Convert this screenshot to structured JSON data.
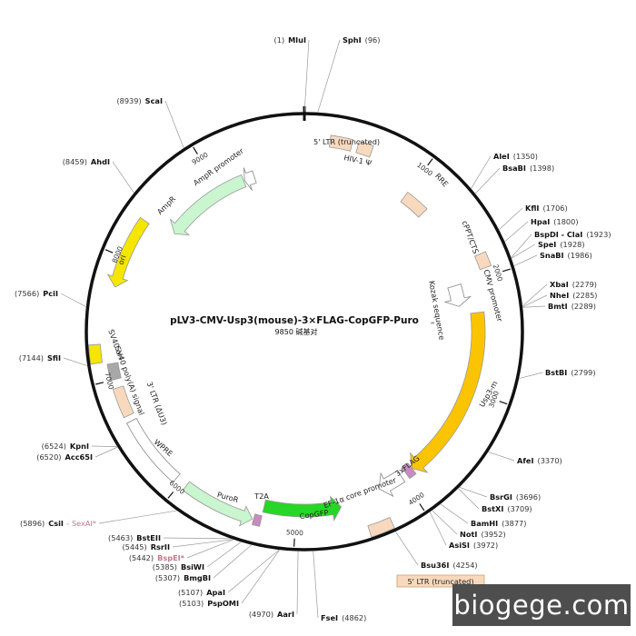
{
  "title": "pLV3-CMV-Usp3(mouse)-3×FLAG-CopGFP-Puro",
  "subtitle": "9850 碱基对",
  "total_bp": 9850,
  "watermark": "biogege.com",
  "colors": {
    "ltr": "#f9d9bd",
    "green_light": "#c9f5cf",
    "green_bright": "#27d627",
    "yellow": "#f5e600",
    "orange": "#fbc400",
    "gray": "#a8a8a8",
    "purple": "#c98abf"
  },
  "ticks": [
    {
      "bp": 1000,
      "label": "1000"
    },
    {
      "bp": 2000,
      "label": "2000"
    },
    {
      "bp": 3000,
      "label": "3000"
    },
    {
      "bp": 4000,
      "label": "4000"
    },
    {
      "bp": 5000,
      "label": "5000"
    },
    {
      "bp": 6000,
      "label": "6000"
    },
    {
      "bp": 7000,
      "label": "7000"
    },
    {
      "bp": 8000,
      "label": "8000"
    },
    {
      "bp": 9000,
      "label": "9000"
    }
  ],
  "sites": [
    {
      "pos": "(1)",
      "name": "MluI",
      "bp": 1,
      "side": "left"
    },
    {
      "pos": "(96)",
      "name": "SphI",
      "bp": 96,
      "side": "right"
    },
    {
      "pos": "(1350)",
      "name": "AleI",
      "bp": 1350,
      "side": "right"
    },
    {
      "pos": "(1398)",
      "name": "BsaBI",
      "bp": 1398,
      "side": "right"
    },
    {
      "pos": "(1706)",
      "name": "KflI",
      "bp": 1706,
      "side": "right"
    },
    {
      "pos": "(1800)",
      "name": "HpaI",
      "bp": 1800,
      "side": "right"
    },
    {
      "pos": "(1923)",
      "name": "BspDI - ClaI",
      "bp": 1923,
      "side": "right"
    },
    {
      "pos": "(1928)",
      "name": "SpeI",
      "bp": 1928,
      "side": "right"
    },
    {
      "pos": "(1986)",
      "name": "SnaBI",
      "bp": 1986,
      "side": "right"
    },
    {
      "pos": "(2279)",
      "name": "XbaI",
      "bp": 2279,
      "side": "right"
    },
    {
      "pos": "(2285)",
      "name": "NheI",
      "bp": 2285,
      "side": "right"
    },
    {
      "pos": "(2289)",
      "name": "BmtI",
      "bp": 2289,
      "side": "right"
    },
    {
      "pos": "(2799)",
      "name": "BstBI",
      "bp": 2799,
      "side": "right"
    },
    {
      "pos": "(3370)",
      "name": "AfeI",
      "bp": 3370,
      "side": "right"
    },
    {
      "pos": "(3696)",
      "name": "BsrGI",
      "bp": 3696,
      "side": "right"
    },
    {
      "pos": "(3709)",
      "name": "BstXI",
      "bp": 3709,
      "side": "right"
    },
    {
      "pos": "(3877)",
      "name": "BamHI",
      "bp": 3877,
      "side": "right"
    },
    {
      "pos": "(3952)",
      "name": "NotI",
      "bp": 3952,
      "side": "right"
    },
    {
      "pos": "(3972)",
      "name": "AsiSI",
      "bp": 3972,
      "side": "right"
    },
    {
      "pos": "(4254)",
      "name": "Bsu36I",
      "bp": 4254,
      "side": "right"
    },
    {
      "pos": "(4862)",
      "name": "FseI",
      "bp": 4862,
      "side": "right"
    },
    {
      "pos": "(4970)",
      "name": "AarI",
      "bp": 4970,
      "side": "left"
    },
    {
      "pos": "(5103)",
      "name": "PspOMI",
      "bp": 5103,
      "side": "left"
    },
    {
      "pos": "(5107)",
      "name": "ApaI",
      "bp": 5107,
      "side": "left"
    },
    {
      "pos": "(5307)",
      "name": "BmgBI",
      "bp": 5307,
      "side": "left"
    },
    {
      "pos": "(5385)",
      "name": "BsiWI",
      "bp": 5385,
      "side": "left"
    },
    {
      "pos": "(5442)",
      "name": "BspEI*",
      "bp": 5442,
      "side": "left",
      "gray": true
    },
    {
      "pos": "(5445)",
      "name": "RsrII",
      "bp": 5445,
      "side": "left"
    },
    {
      "pos": "(5463)",
      "name": "BstEII",
      "bp": 5463,
      "side": "left"
    },
    {
      "pos": "(5896)",
      "name": "CsiI",
      "extra": "SexAI*",
      "bp": 5896,
      "side": "left"
    },
    {
      "pos": "(6520)",
      "name": "Acc65I",
      "bp": 6520,
      "side": "left"
    },
    {
      "pos": "(6524)",
      "name": "KpnI",
      "bp": 6524,
      "side": "left"
    },
    {
      "pos": "(7144)",
      "name": "SfiI",
      "bp": 7144,
      "side": "left"
    },
    {
      "pos": "(7566)",
      "name": "PciI",
      "bp": 7566,
      "side": "left"
    },
    {
      "pos": "(8459)",
      "name": "AhdI",
      "bp": 8459,
      "side": "left"
    },
    {
      "pos": "(8939)",
      "name": "ScaI",
      "bp": 8939,
      "side": "left"
    }
  ],
  "features": [
    {
      "name": "5' LTR (truncated)",
      "start": 210,
      "end": 390,
      "type": "box",
      "color": "ltr"
    },
    {
      "name": "HIV-1 Ψ",
      "start": 440,
      "end": 560,
      "type": "box",
      "color": "ltr"
    },
    {
      "name": "RRE",
      "start": 1000,
      "end": 1230,
      "type": "box",
      "color": "ltr"
    },
    {
      "name": "cPPT/CTS",
      "start": 1810,
      "end": 1930,
      "type": "box",
      "color": "ltr"
    },
    {
      "name": "CMV promoter",
      "start": 2000,
      "end": 2210,
      "type": "arrow",
      "color": "white"
    },
    {
      "name": "Kozak sequence",
      "start": 2350,
      "end": 2362,
      "type": "mark",
      "color": "gray"
    },
    {
      "name": "Usp3-m",
      "start": 2290,
      "end": 3880,
      "type": "arrow",
      "color": "orange"
    },
    {
      "name": "3xFLAG",
      "start": 3880,
      "end": 3950,
      "type": "box",
      "color": "purple"
    },
    {
      "name": "EF-1α core promoter",
      "start": 4000,
      "end": 4230,
      "type": "arrow",
      "color": "white"
    },
    {
      "name": "5' LTR (truncated)",
      "start": 4250,
      "end": 4430,
      "type": "box",
      "color": "ltr"
    },
    {
      "name": "CopGFP",
      "start": 4600,
      "end": 5280,
      "type": "arrow_rev",
      "color": "green_bright"
    },
    {
      "name": "T2A",
      "start": 5280,
      "end": 5340,
      "type": "box",
      "color": "purple"
    },
    {
      "name": "PuroR",
      "start": 5350,
      "end": 5950,
      "type": "arrow_rev",
      "color": "green_light"
    },
    {
      "name": "WPRE",
      "start": 6050,
      "end": 6640,
      "type": "box",
      "color": "white"
    },
    {
      "name": "3' LTR (ΔU3)",
      "start": 6690,
      "end": 6930,
      "type": "box",
      "color": "ltr"
    },
    {
      "name": "SV40 poly(A) signal",
      "start": 7000,
      "end": 7130,
      "type": "box",
      "color": "gray"
    },
    {
      "name": "SV40 ori",
      "start": 7150,
      "end": 7290,
      "type": "box",
      "color": "yellow"
    },
    {
      "name": "ori",
      "start": 7750,
      "end": 8340,
      "type": "arrow_rev",
      "color": "yellow"
    },
    {
      "name": "AmpR",
      "start": 8400,
      "end": 9250,
      "type": "arrow_rev",
      "color": "green_light"
    },
    {
      "name": "AmpR promoter",
      "start": 9260,
      "end": 9360,
      "type": "arrow_rev",
      "color": "white"
    }
  ],
  "feature_labels": [
    {
      "text": "5' LTR (truncated)",
      "ref": "f0"
    },
    {
      "text": "HIV-1 Ψ",
      "ref": "f1"
    },
    {
      "text": "RRE",
      "ref": "f2"
    },
    {
      "text": "cPPT/CTS",
      "ref": "f3"
    },
    {
      "text": "CMV promoter",
      "ref": "f4"
    },
    {
      "text": "Kozak sequence",
      "ref": "f5"
    },
    {
      "text": "Usp3-m",
      "ref": "f6"
    },
    {
      "text": "3xFLAG",
      "ref": "f7"
    },
    {
      "text": "EF-1α core promoter",
      "ref": "f8"
    },
    {
      "text": "5' LTR (truncated)",
      "ref": "f9"
    },
    {
      "text": "CopGFP",
      "ref": "f10"
    },
    {
      "text": "T2A",
      "ref": "f11"
    },
    {
      "text": "PuroR",
      "ref": "f12"
    },
    {
      "text": "WPRE",
      "ref": "f13"
    },
    {
      "text": "3' LTR (ΔU3)",
      "ref": "f14"
    },
    {
      "text": "SV40 poly(A) signal",
      "ref": "f15"
    },
    {
      "text": "SV40 ori",
      "ref": "f16"
    },
    {
      "text": "ori",
      "ref": "f17"
    },
    {
      "text": "AmpR",
      "ref": "f18"
    },
    {
      "text": "AmpR promoter",
      "ref": "f19"
    }
  ]
}
